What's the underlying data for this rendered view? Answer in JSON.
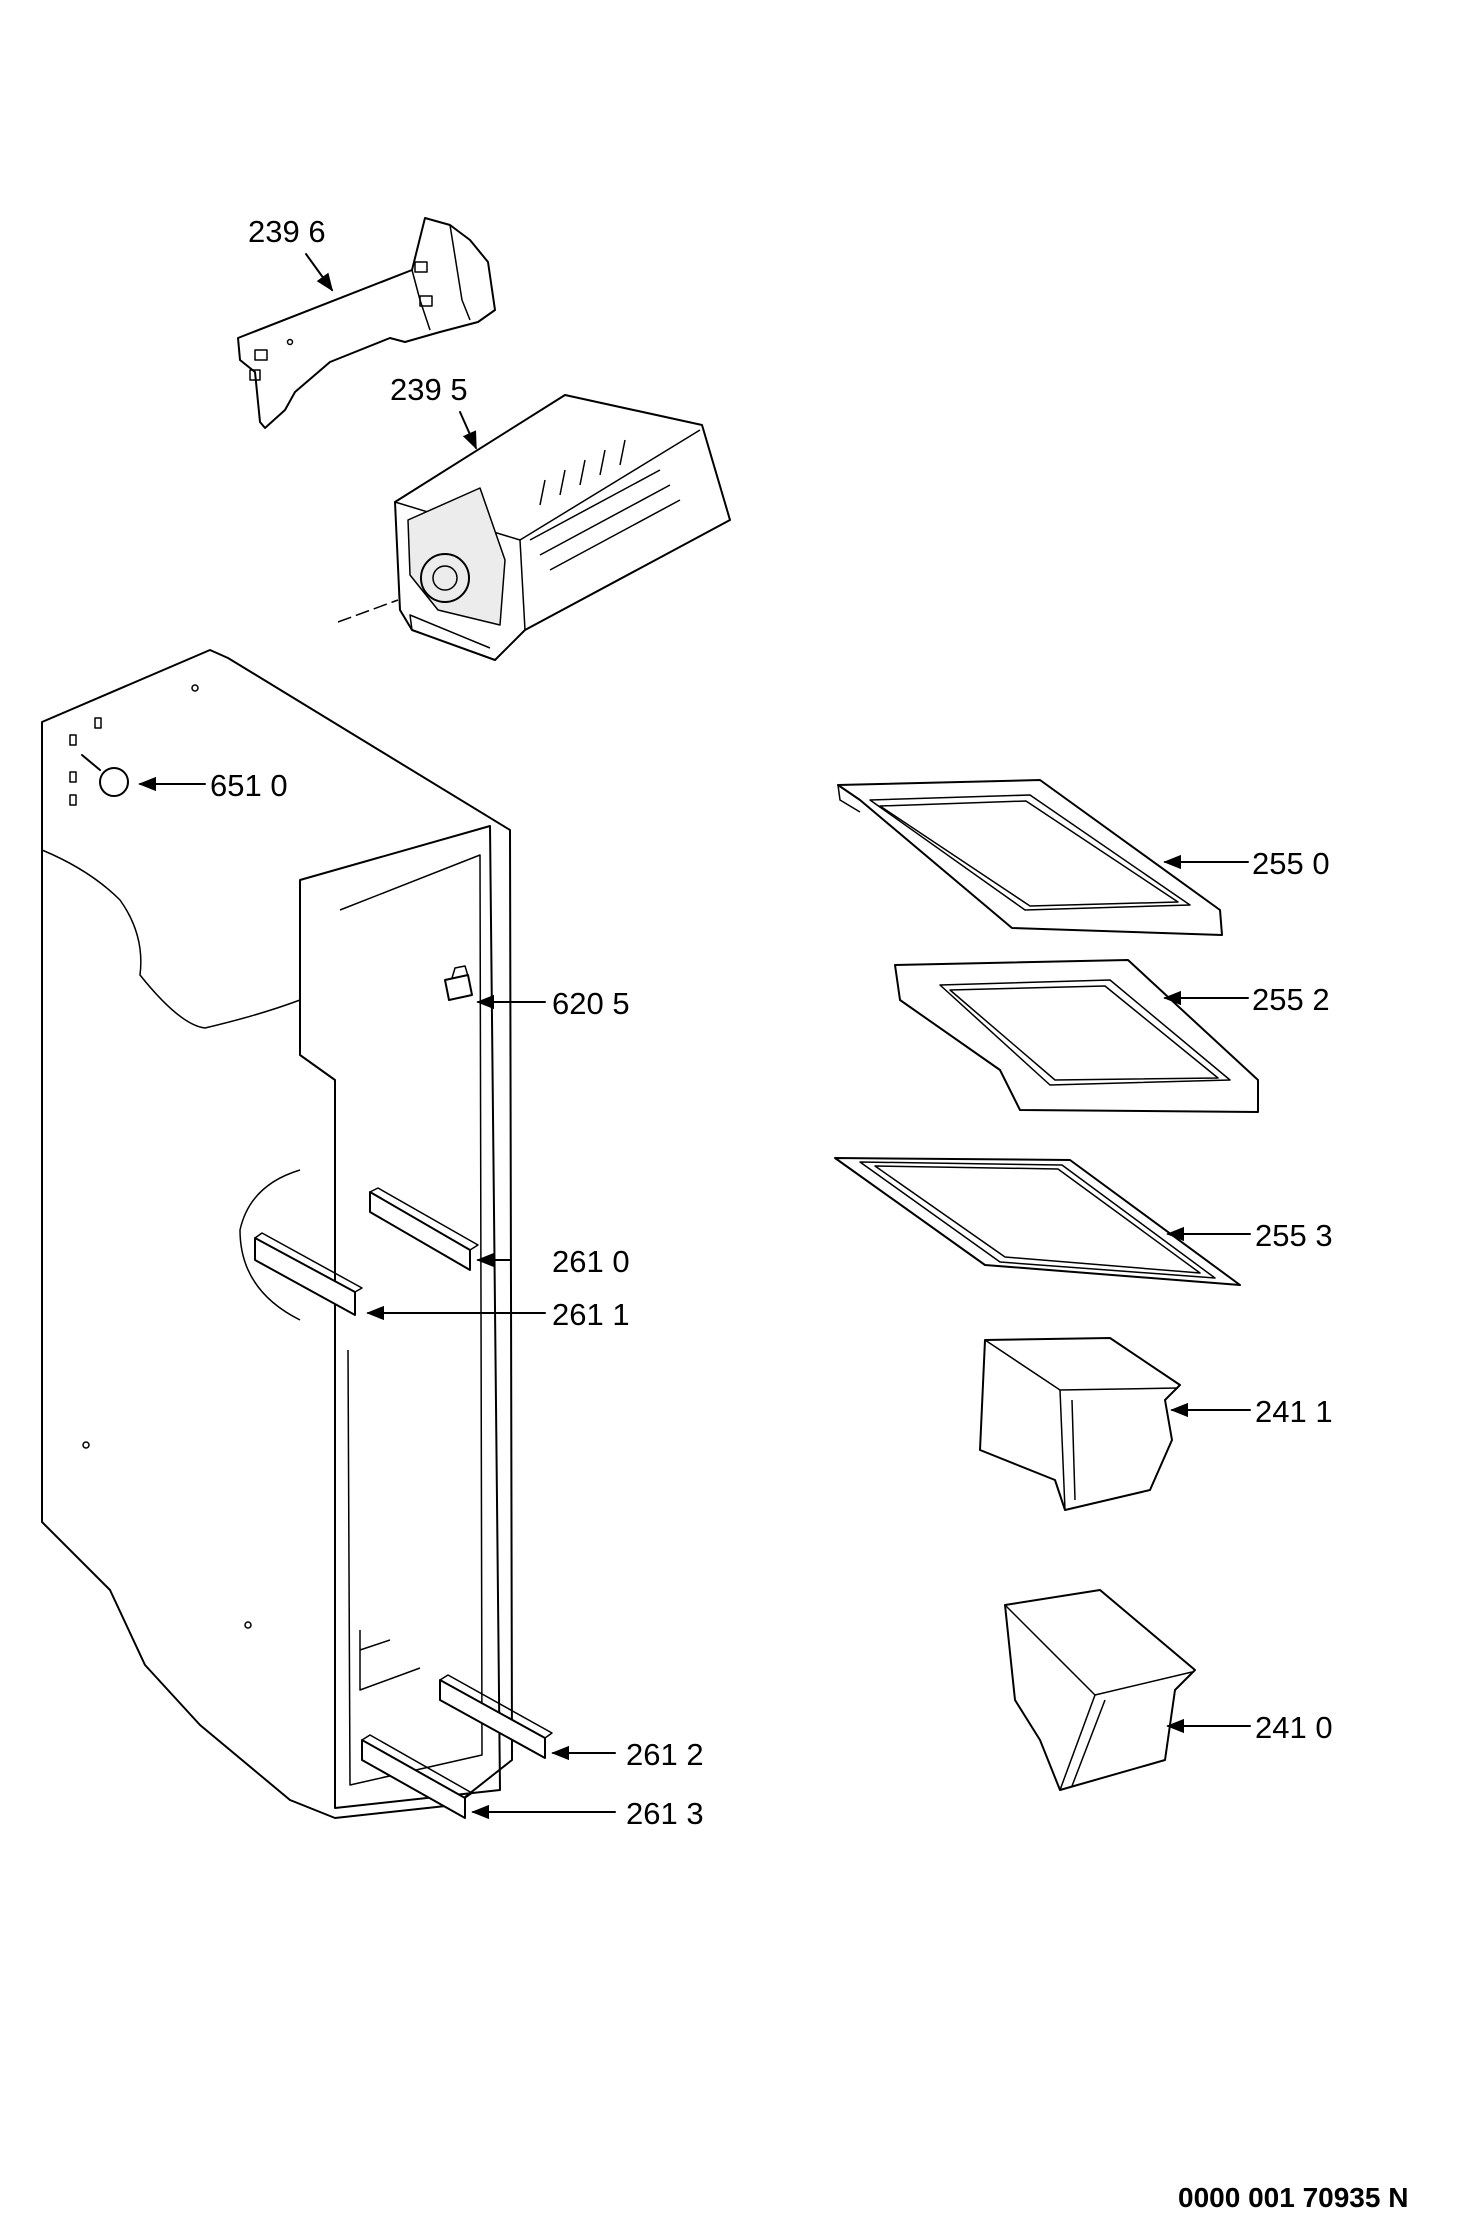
{
  "labels": {
    "p2396": "239 6",
    "p2395": "239 5",
    "p6510": "651 0",
    "p6205": "620 5",
    "p2610": "261 0",
    "p2611": "261 1",
    "p2612": "261 2",
    "p2613": "261 3",
    "p2550": "255 0",
    "p2552": "255 2",
    "p2553": "255 3",
    "p2411": "241 1",
    "p2410": "241 0"
  },
  "document_number": "0000 001 70935 N"
}
